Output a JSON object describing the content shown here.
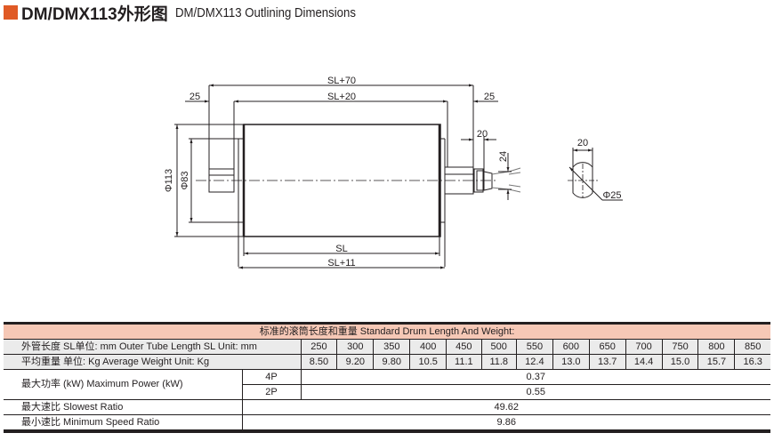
{
  "header": {
    "title_cn": "DM/DMX113外形图",
    "title_en": "DM/DMX113 Outlining Dimensions",
    "accent_color": "#e05a25"
  },
  "drawing": {
    "dims": {
      "overall": "SL+70",
      "shaft_span": "SL+20",
      "left_shaft": "25",
      "right_shaft": "25",
      "gland_len": "20",
      "gland_dia": "24",
      "tube_dia": "Φ113",
      "end_dia": "Φ83",
      "tube_len": "SL",
      "body_len": "SL+11",
      "flat_width": "20",
      "shaft_dia": "Φ25"
    }
  },
  "table": {
    "caption": "标准的滚筒长度和重量 Standard Drum Length And Weight:",
    "length_row": {
      "label": "外管长度  SL单位: mm  Outer Tube Length   SL Unit: mm",
      "values": [
        "250",
        "300",
        "350",
        "400",
        "450",
        "500",
        "550",
        "600",
        "650",
        "700",
        "750",
        "800",
        "850"
      ]
    },
    "weight_row": {
      "label": "平均重量  单位: Kg  Average Weight  Unit: Kg",
      "values": [
        "8.50",
        "9.20",
        "9.80",
        "10.5",
        "11.1",
        "11.8",
        "12.4",
        "13.0",
        "13.7",
        "14.4",
        "15.0",
        "15.7",
        "16.3"
      ]
    },
    "power": {
      "label": "最大功率 (kW) Maximum Power (kW)",
      "rows": [
        {
          "pole": "4P",
          "value": "0.37"
        },
        {
          "pole": "2P",
          "value": "0.55"
        }
      ]
    },
    "slowest_ratio": {
      "label": "最大速比 Slowest Ratio",
      "value": "49.62"
    },
    "min_speed_ratio": {
      "label": "最小速比 Minimum Speed Ratio",
      "value": "9.86"
    },
    "header_color": "#f6c8b6",
    "row_color": "#ebebeb"
  }
}
